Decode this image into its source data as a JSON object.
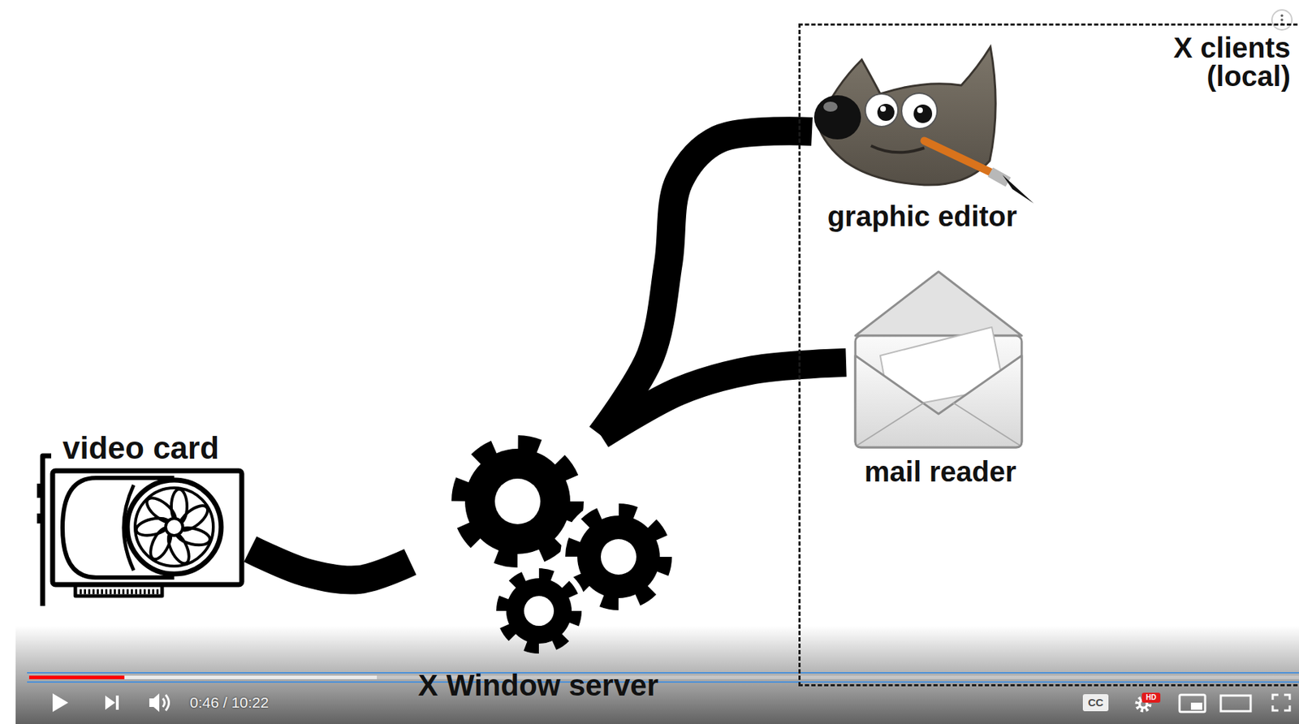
{
  "diagram": {
    "nodes": [
      {
        "text": [
          "video card"
        ]
      },
      {
        "text": [
          "X Window server"
        ]
      },
      {
        "text": [
          "X clients (local)"
        ]
      },
      {
        "text": [
          "graphic editor"
        ],
        "in": 2
      },
      {
        "text": [
          "mail reader"
        ],
        "in": 2
      }
    ],
    "edges": [
      {
        "from": 0,
        "to": 1,
        "arrow": "none"
      },
      {
        "from": 1,
        "to": 3,
        "arrow": "none"
      },
      {
        "from": 1,
        "to": 4,
        "arrow": "none"
      }
    ],
    "labels": [
      "0:46 / 10:22",
      "CC",
      "HD"
    ]
  }
}
